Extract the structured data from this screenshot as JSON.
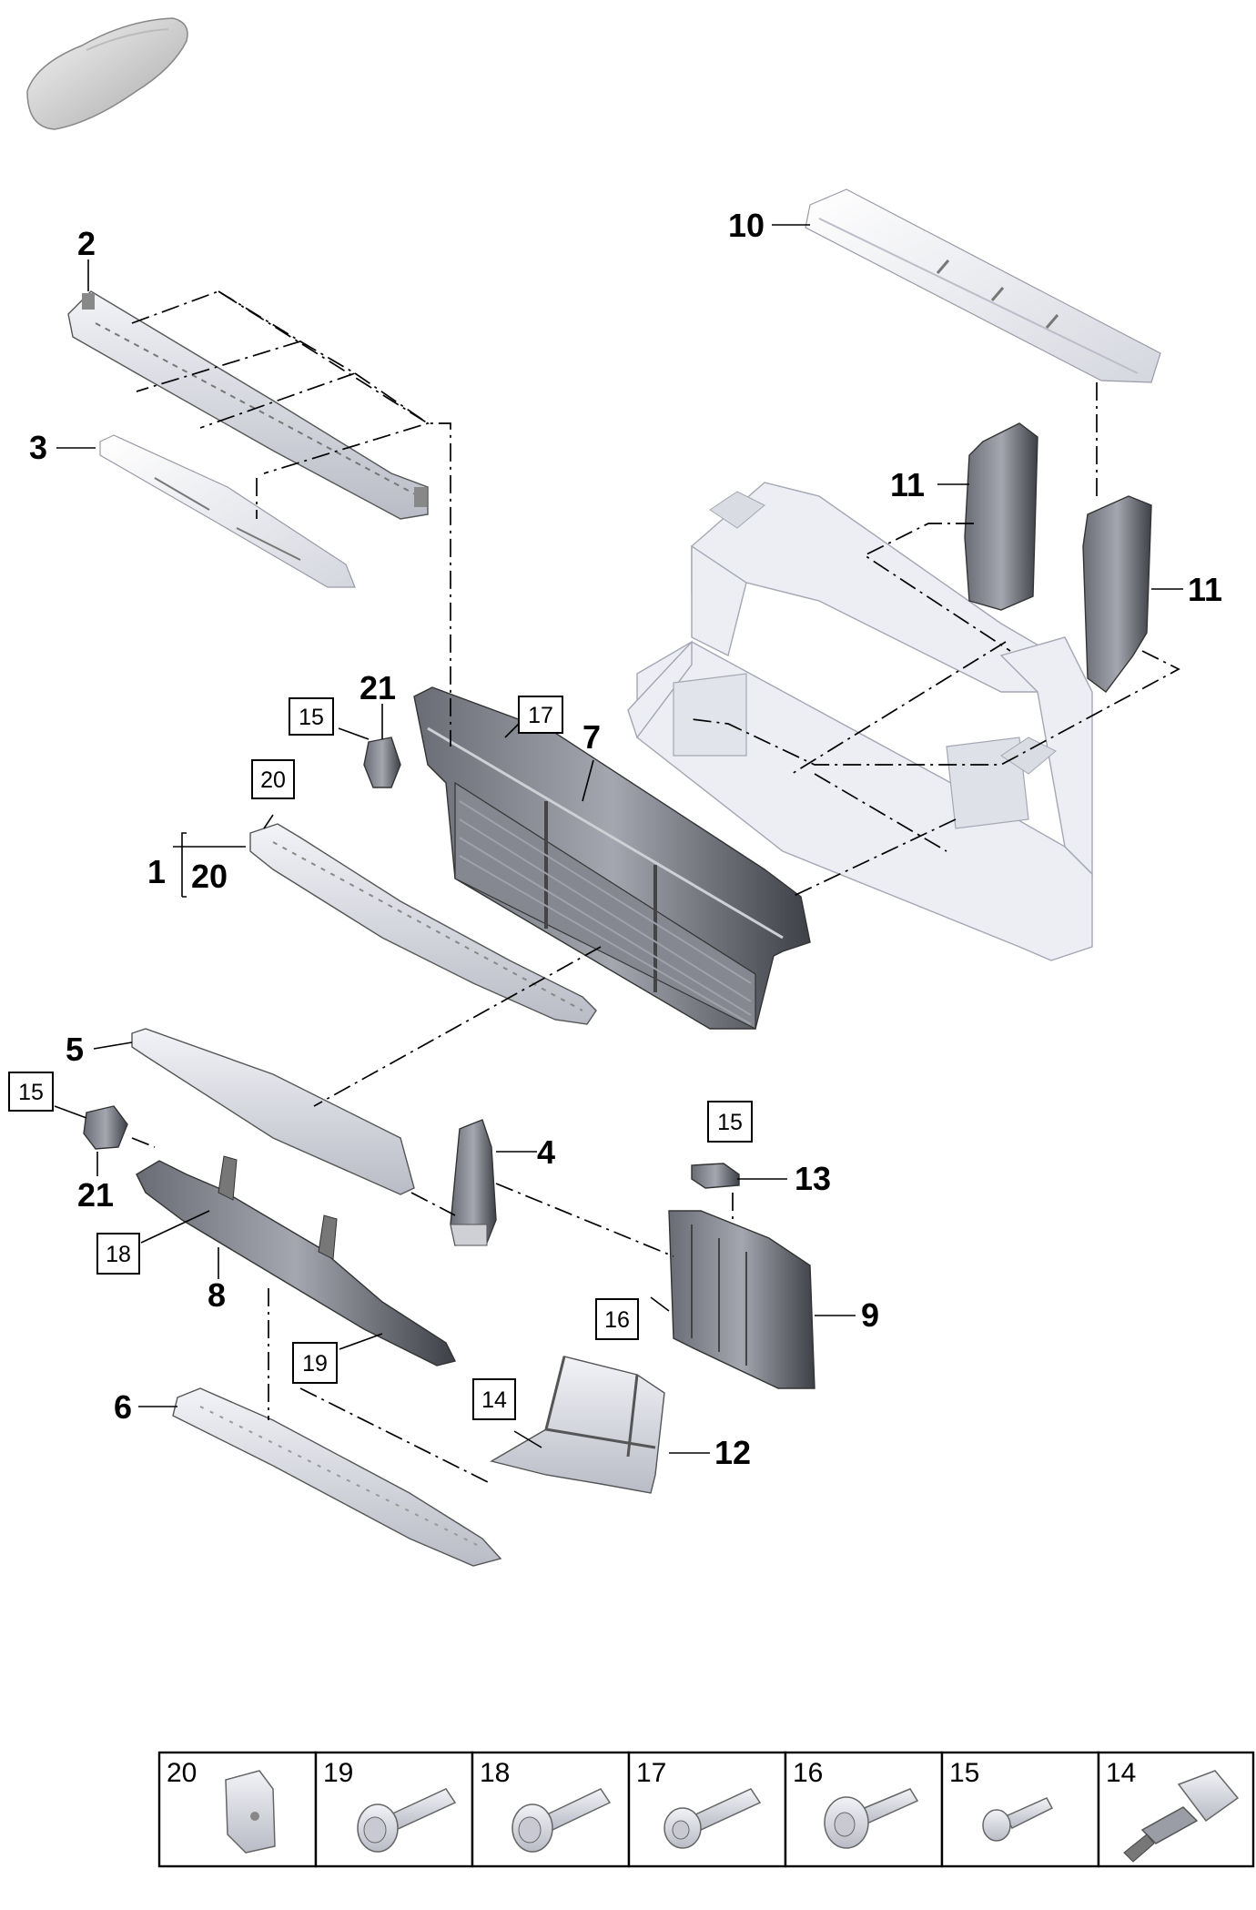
{
  "callouts": {
    "c2": "2",
    "c3": "3",
    "c10": "10",
    "c11a": "11",
    "c11b": "11",
    "c21a": "21",
    "c7": "7",
    "c1": "1",
    "c20": "20",
    "c5": "5",
    "c21b": "21",
    "c4": "4",
    "c13": "13",
    "c8": "8",
    "c9": "9",
    "c6": "6",
    "c12": "12"
  },
  "boxed_refs": {
    "b15a": "15",
    "b17": "17",
    "b20": "20",
    "b15b": "15",
    "b15c": "15",
    "b18": "18",
    "b16": "16",
    "b19": "19",
    "b14": "14"
  },
  "fastener_table": [
    {
      "number": "20",
      "icon": "clip-nut-icon"
    },
    {
      "number": "19",
      "icon": "flange-bolt-icon"
    },
    {
      "number": "18",
      "icon": "flange-bolt-icon"
    },
    {
      "number": "17",
      "icon": "hex-bolt-icon"
    },
    {
      "number": "16",
      "icon": "washer-bolt-icon"
    },
    {
      "number": "15",
      "icon": "short-bolt-icon"
    },
    {
      "number": "14",
      "icon": "sensor-icon"
    }
  ],
  "colors": {
    "part_light": "#e6e7ee",
    "part_dark": "#55575f",
    "frame": "#eceef3",
    "line": "#000000"
  }
}
